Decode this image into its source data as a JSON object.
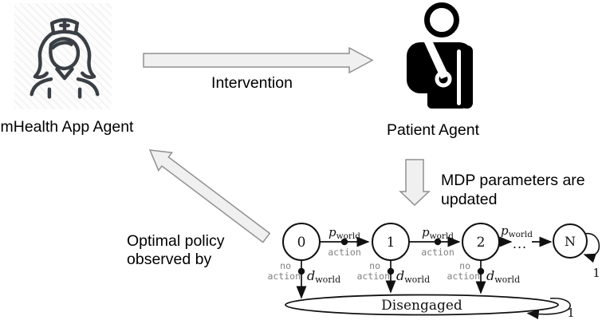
{
  "agents": {
    "app": {
      "label": "mHealth App Agent"
    },
    "patient": {
      "label": "Patient Agent"
    }
  },
  "flows": {
    "intervention": "Intervention",
    "mdp_update": "MDP parameters are updated",
    "optimal_policy": "Optimal policy observed by"
  },
  "mdp_chain": {
    "states": [
      "0",
      "1",
      "2",
      "N"
    ],
    "ellipsis": "...",
    "transition_prob": {
      "base": "p",
      "sub": "world"
    },
    "disengage_prob": {
      "base": "d",
      "sub": "world"
    },
    "action_label": "action",
    "no_label": "no",
    "absorbing_state": "Disengaged",
    "self_loop_prob": "1"
  },
  "icons": {
    "app_agent": "nurse-icon",
    "patient_agent": "patient-arm-sling-icon"
  },
  "colors": {
    "block_arrow_fill": "#f0f0f0",
    "block_arrow_stroke": "#909090",
    "mono_label_gray": "#7f7f7f",
    "ink": "#000000"
  }
}
